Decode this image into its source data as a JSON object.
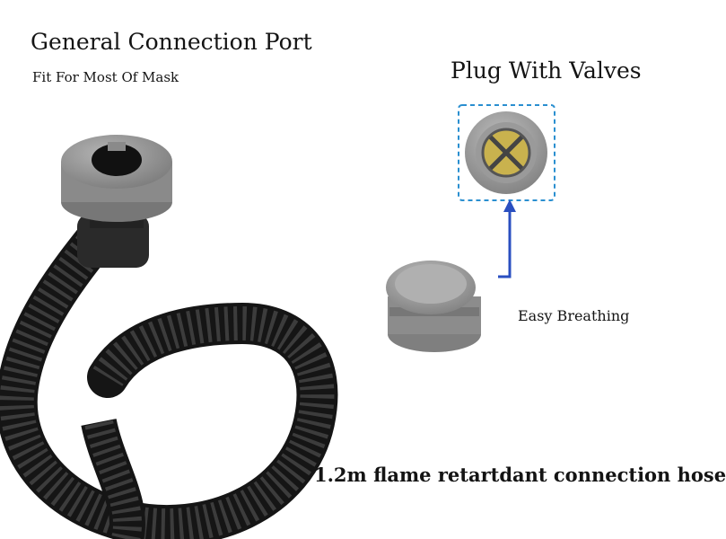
{
  "labels": {
    "title": "General Connection Port",
    "subtitle": "Fit For Most Of Mask",
    "plug_title": "Plug With Valves",
    "breathing": "Easy Breathing",
    "hose": "1.2m flame retartdant connection hose"
  },
  "colors": {
    "hose": "#1c1c1c",
    "plastic_grey": "#8f8f8f",
    "callout_box": "#2a8fd0",
    "arrow": "#2a4fc0",
    "valve_filter": "#c9b24e"
  }
}
